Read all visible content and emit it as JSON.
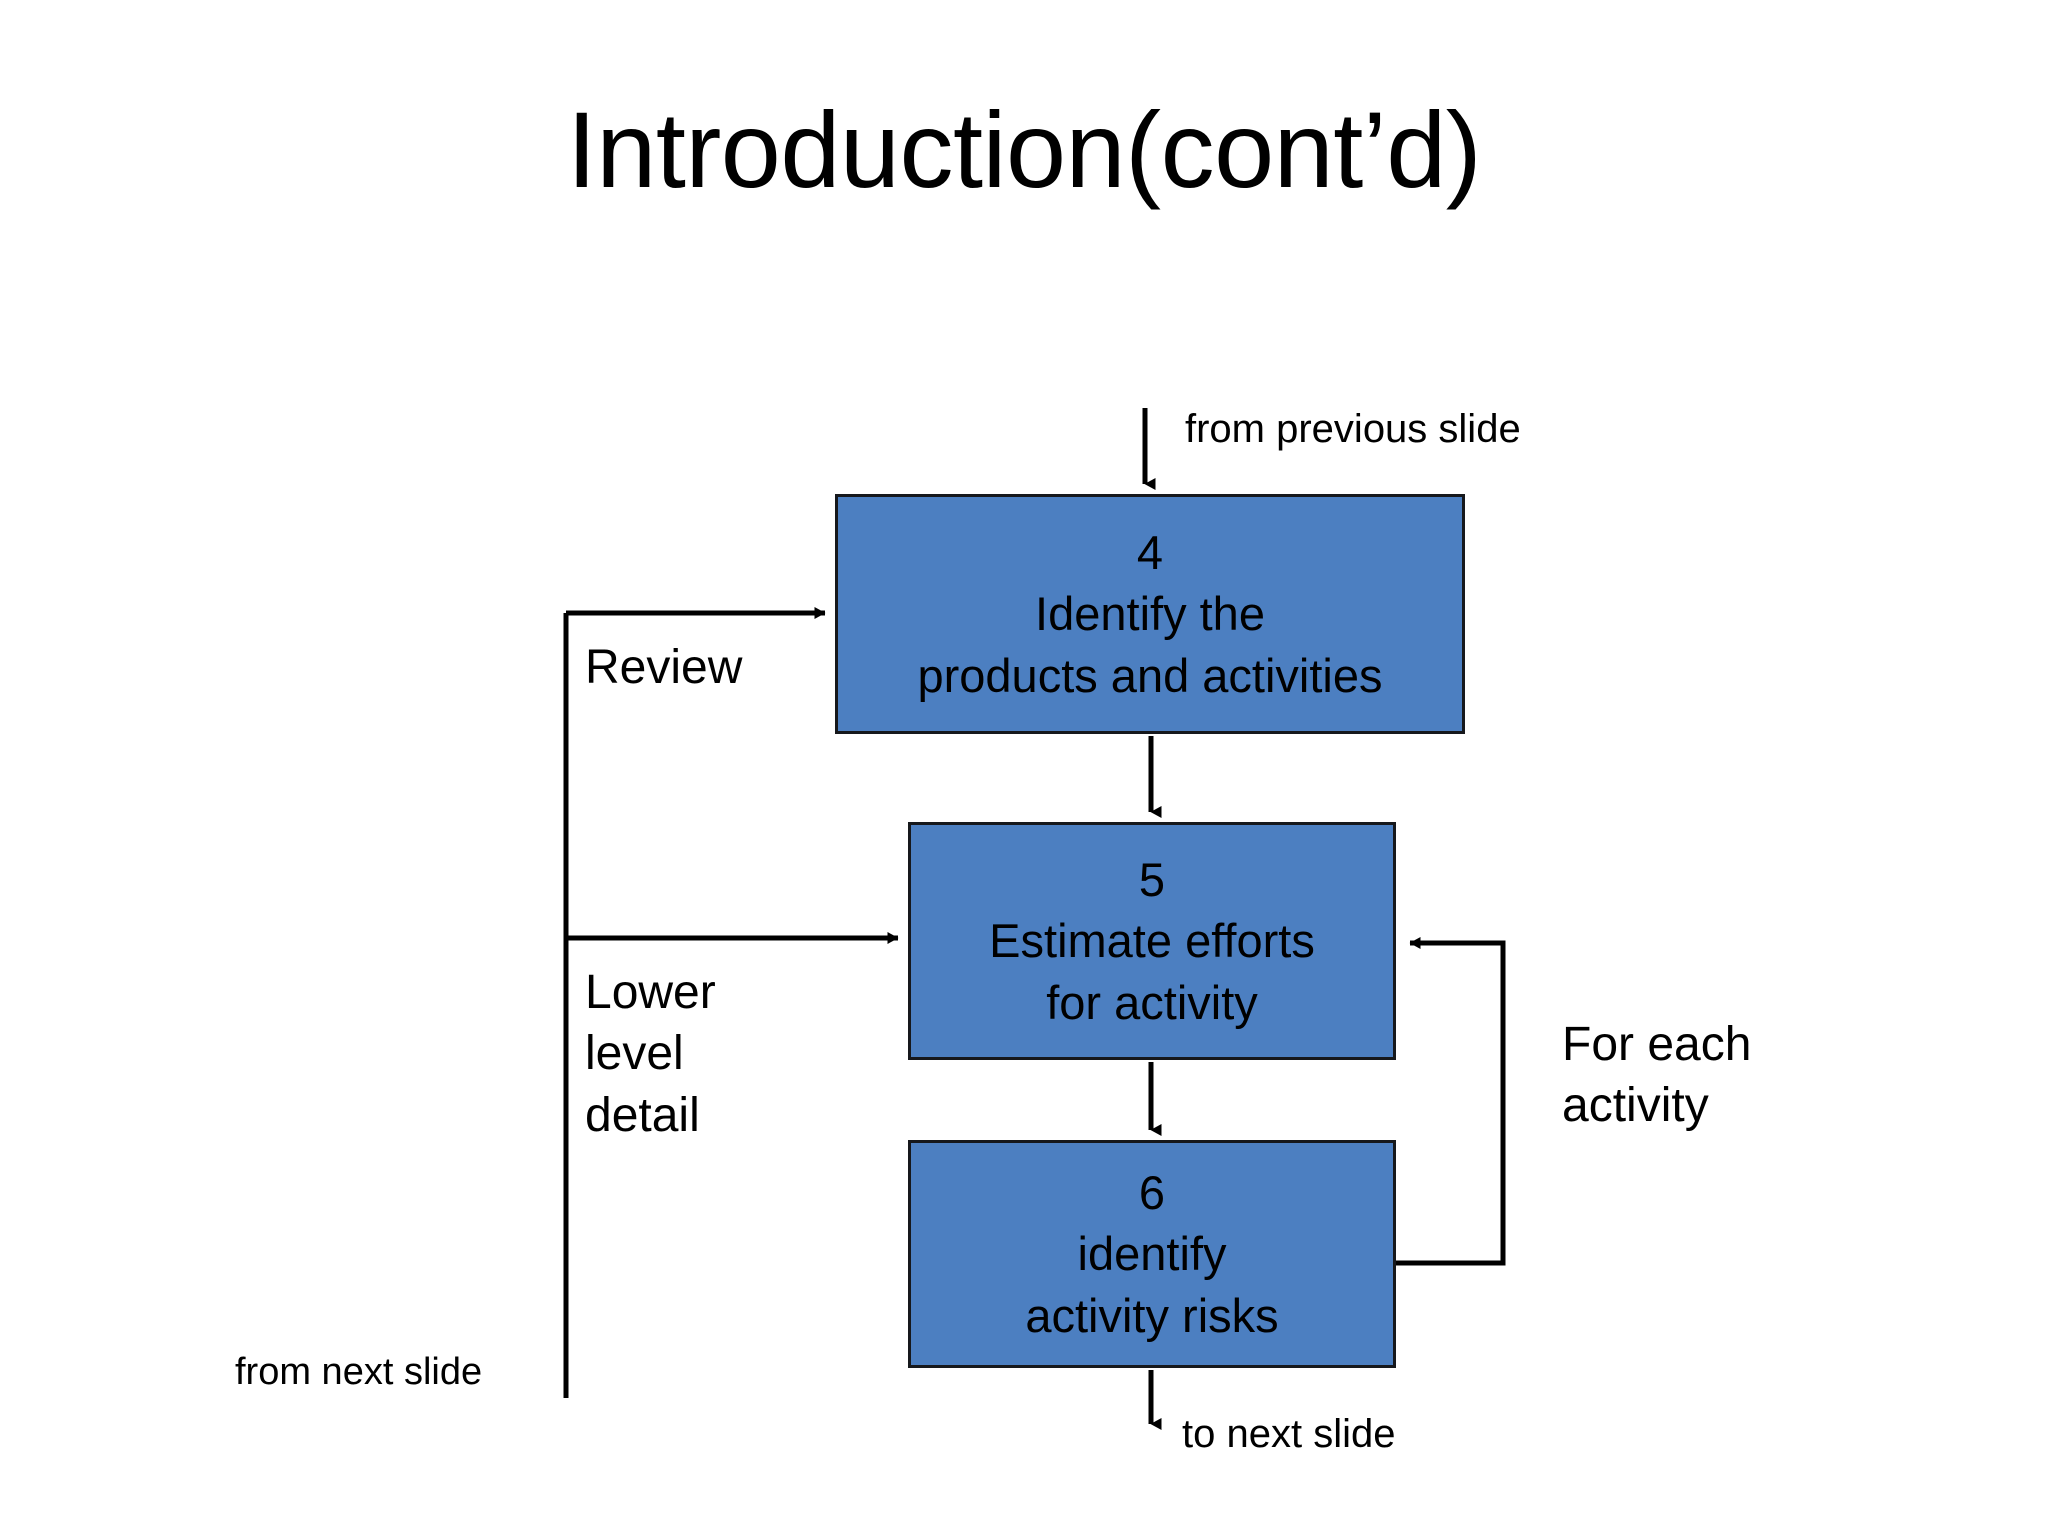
{
  "slide": {
    "title": "Introduction(cont’d)",
    "background_color": "#ffffff",
    "text_color": "#000000"
  },
  "theme": {
    "box_fill": "#4c7fc1",
    "box_border": "#16181c",
    "connector_color": "#000000"
  },
  "diagram": {
    "type": "flowchart",
    "orientation": "top-to-bottom",
    "boxes": [
      {
        "id": "4",
        "number": "4",
        "line1": "Identify the",
        "line2": "products and activities",
        "fill": "#4c7fc1"
      },
      {
        "id": "5",
        "number": "5",
        "line1": "Estimate efforts",
        "line2": "for activity",
        "fill": "#4c7fc1"
      },
      {
        "id": "6",
        "number": "6",
        "line1": "identify",
        "line2": "activity risks",
        "fill": "#4c7fc1"
      }
    ],
    "labels": {
      "from_previous_slide": "from previous slide",
      "review": "Review",
      "lower_level_detail": "Lower\nlevel\ndetail",
      "for_each_activity": "For each\nactivity",
      "from_next_slide": "from next slide",
      "to_next_slide": "to next slide"
    },
    "connectors": [
      {
        "name": "entry-from-previous-slide",
        "from": "from previous slide",
        "to": "4",
        "style": "arrow-down"
      },
      {
        "name": "box4-to-box5",
        "from": "4",
        "to": "5",
        "style": "arrow-down"
      },
      {
        "name": "box5-to-box6",
        "from": "5",
        "to": "6",
        "style": "arrow-down"
      },
      {
        "name": "review-feedback",
        "from": "from next slide",
        "to": "4",
        "style": "elbow-arrow-right",
        "label": "Review"
      },
      {
        "name": "lower-level-detail-feedback",
        "from": "from next slide",
        "to": "5",
        "style": "elbow-arrow-right",
        "label": "Lower level detail"
      },
      {
        "name": "for-each-activity-loop",
        "from": "6",
        "to": "5",
        "style": "elbow-arrow-left",
        "label": "For each activity"
      },
      {
        "name": "exit-to-next-slide",
        "from": "6",
        "to": "to next slide",
        "style": "arrow-down"
      }
    ]
  }
}
